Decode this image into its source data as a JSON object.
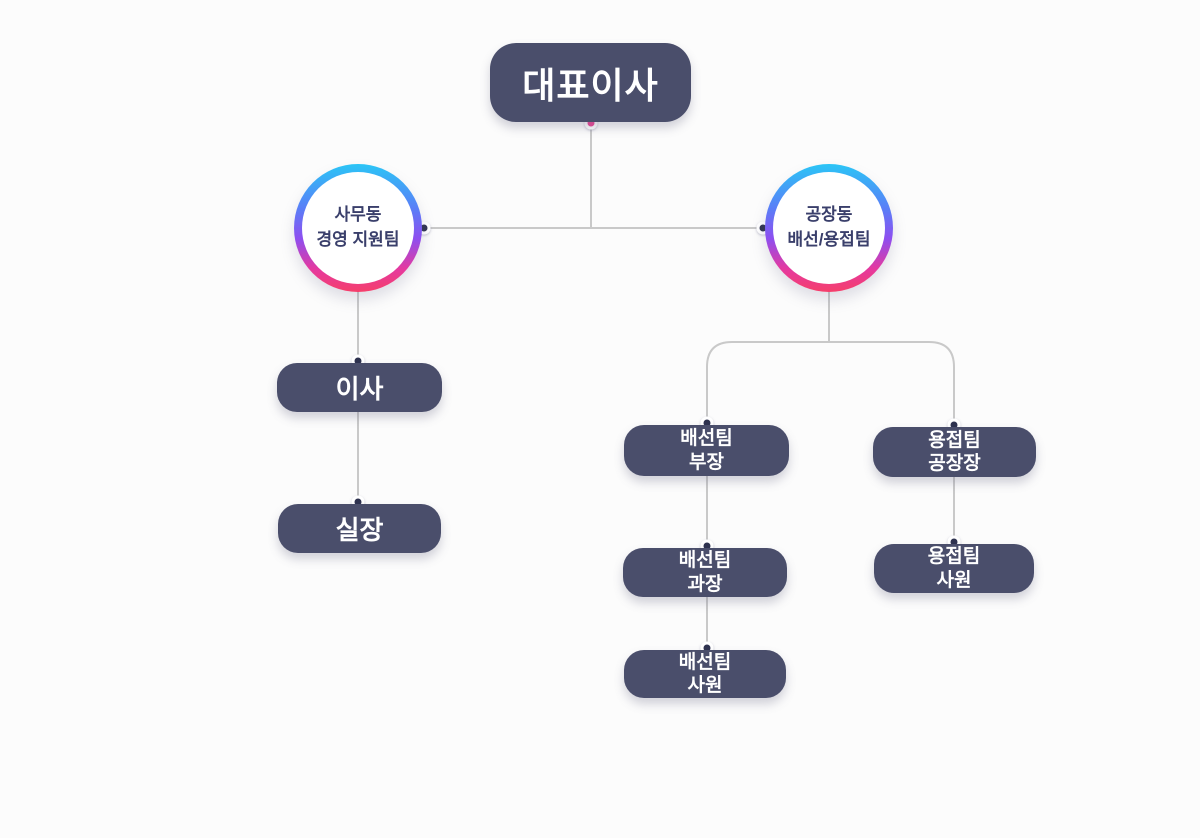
{
  "nodes": {
    "ceo": {
      "label": "대표이사"
    },
    "office_circle": {
      "line1": "사무동",
      "line2": "경영 지원팀"
    },
    "factory_circle": {
      "line1": "공장동",
      "line2": "배선/용접팀"
    },
    "office_director": {
      "label": "이사"
    },
    "office_chief": {
      "label": "실장"
    },
    "wiring_head": {
      "line1": "배선팀",
      "line2": "부장"
    },
    "wiring_manager": {
      "line1": "배선팀",
      "line2": "과장"
    },
    "wiring_staff": {
      "line1": "배선팀",
      "line2": "사원"
    },
    "welding_head": {
      "line1": "용접팀",
      "line2": "공장장"
    },
    "welding_staff": {
      "line1": "용접팀",
      "line2": "사원"
    }
  },
  "colors": {
    "bg": "#fcfcfc",
    "node_bg": "#4a4e6b",
    "node_text": "#ffffff",
    "circle_text": "#3a3f6b",
    "line": "#c9c9c9",
    "dot_dark": "#2e3150",
    "dot_pink": "#ee3f93",
    "grad_top": "#2bc5f6",
    "grad_blue": "#5a7ef7",
    "grad_purple": "#8d4ff0",
    "grad_magenta": "#e5399f",
    "grad_bottom": "#f53f6b"
  }
}
